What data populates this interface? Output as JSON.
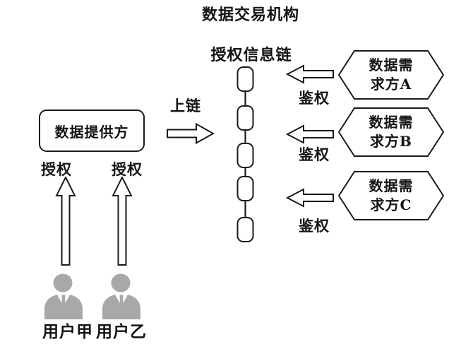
{
  "title": "数据交易机构",
  "chain": {
    "label": "授权信息链",
    "links": 5
  },
  "provider": {
    "label": "数据提供方"
  },
  "uplink": {
    "label": "上链"
  },
  "demanders": [
    {
      "label_line1": "数据需",
      "label_line2": "求方A",
      "auth_label": "鉴权"
    },
    {
      "label_line1": "数据需",
      "label_line2": "求方B",
      "auth_label": "鉴权"
    },
    {
      "label_line1": "数据需",
      "label_line2": "求方C",
      "auth_label": "鉴权"
    }
  ],
  "users": [
    {
      "authorize_label": "授权",
      "label": "用户甲"
    },
    {
      "authorize_label": "授权",
      "label": "用户乙"
    }
  ],
  "colors": {
    "line": "#1a1a1a",
    "background": "#ffffff",
    "person_gray": "#a8a8a8"
  }
}
